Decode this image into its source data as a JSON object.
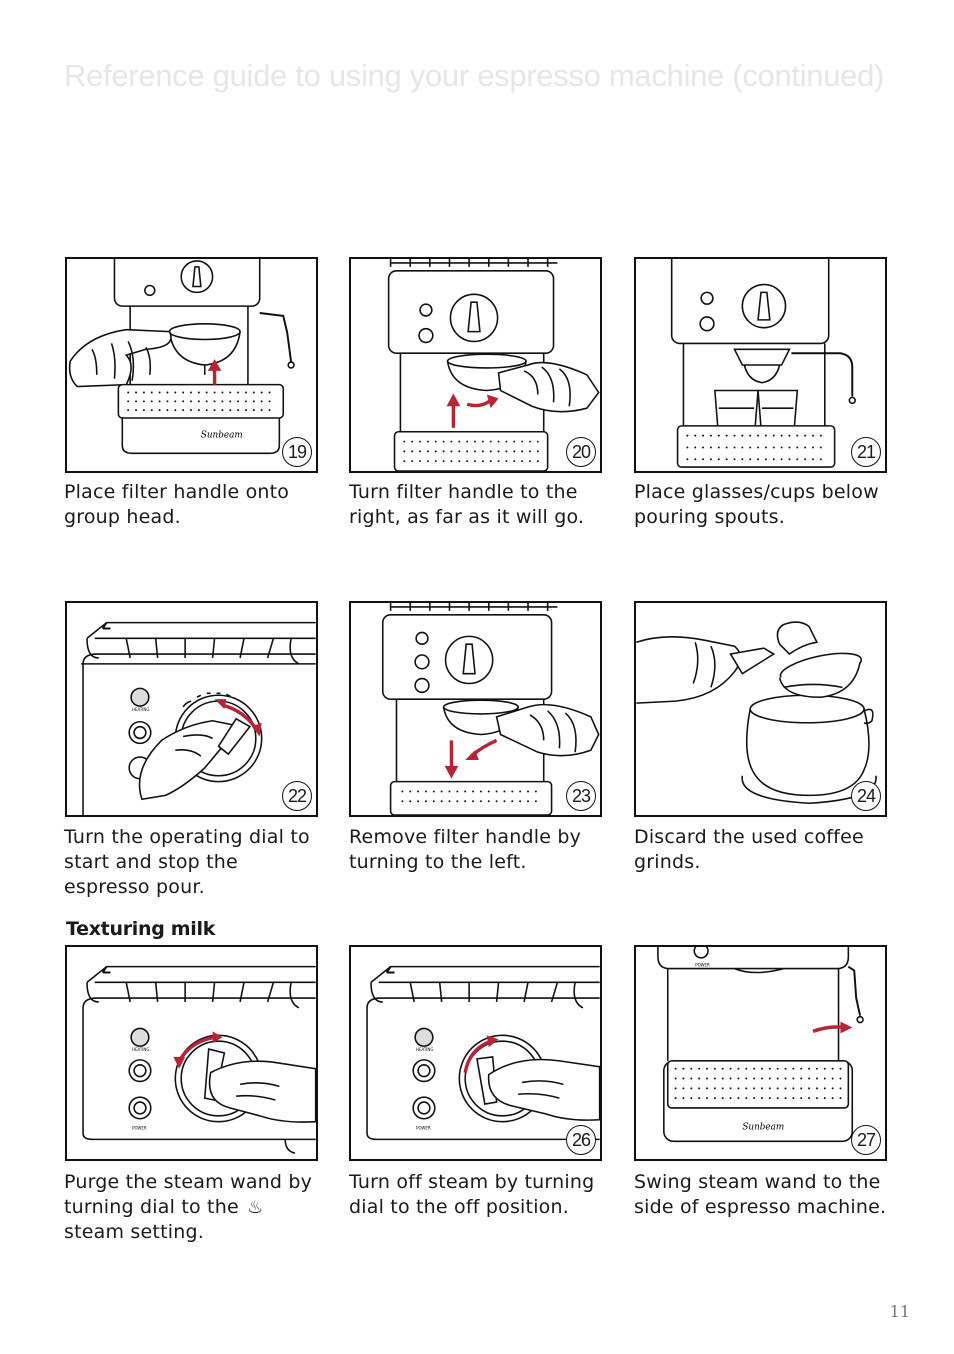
{
  "page": {
    "title": "Reference guide to using your espresso machine (continued)",
    "page_number": "11"
  },
  "section": {
    "heading": "Texturing milk"
  },
  "steps": [
    {
      "number": "19",
      "caption": "Place filter handle onto group head."
    },
    {
      "number": "20",
      "caption": "Turn filter handle to the right, as far as it will go."
    },
    {
      "number": "21",
      "caption": "Place glasses/cups below pouring spouts."
    },
    {
      "number": "22",
      "caption": "Turn the operating dial to start and stop the espresso pour."
    },
    {
      "number": "23",
      "caption": "Remove filter handle by turning to the left."
    },
    {
      "number": "24",
      "caption": "Discard the used coffee grinds."
    },
    {
      "number": "",
      "caption_before": "Purge the steam wand by turning dial to the",
      "caption_after": "steam setting."
    },
    {
      "number": "26",
      "caption": "Turn off steam by turning dial to the off position."
    },
    {
      "number": "27",
      "caption": "Swing steam wand to the side of espresso machine."
    }
  ],
  "labels": {
    "brand": "Sunbeam",
    "heating": "HEATING",
    "power": "POWER"
  },
  "colors": {
    "arrow": "#b52535",
    "line": "#111111",
    "title": "#e6e6e6"
  },
  "icons": {
    "steam_symbol": "steam-icon"
  }
}
